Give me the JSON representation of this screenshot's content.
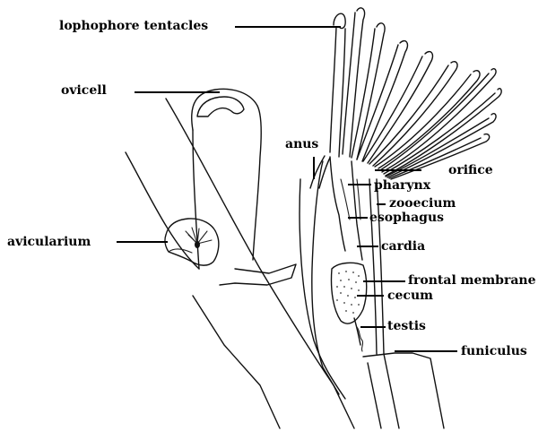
{
  "figure": {
    "background": "#ffffff",
    "ink": "#111111",
    "labels": {
      "lophophore_tentacles": "lophophore tentacles",
      "ovicell": "ovicell",
      "avicularium": "avicularium",
      "anus": "anus",
      "orifice": "orifice",
      "pharynx": "pharynx",
      "zooecium": "zooecium",
      "esophagus": "esophagus",
      "cardia": "cardia",
      "frontal_membrane": "frontal membrane",
      "cecum": "cecum",
      "testis": "testis",
      "funiculus": "funiculus"
    }
  }
}
